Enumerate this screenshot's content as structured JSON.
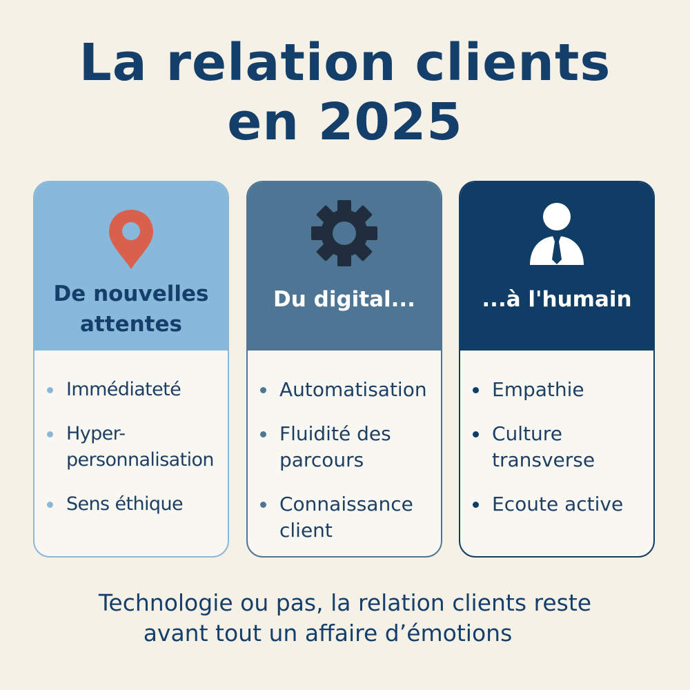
{
  "title": {
    "line1": "La relation clients",
    "line2": "en 2025"
  },
  "colors": {
    "background": "#f6f1e7",
    "title": "#143f6b",
    "card1": "#89b9da",
    "card2": "#4e7594",
    "card3": "#0f3d66",
    "pin": "#d9604c"
  },
  "cards": [
    {
      "icon": "location-pin-icon",
      "title_line1": "De nouvelles",
      "title_line2": "attentes",
      "items": [
        "Immédiateté",
        "Hyper-personnalisation",
        "Sens éthique"
      ]
    },
    {
      "icon": "gear-icon",
      "title_line1": "Du digital...",
      "title_line2": "",
      "items": [
        "Automatisation",
        "Fluidité des parcours",
        "Connaissance client"
      ]
    },
    {
      "icon": "person-icon",
      "title_line1": "...à l'humain",
      "title_line2": "",
      "items": [
        "Empathie",
        "Culture transverse",
        "Ecoute active"
      ]
    }
  ],
  "footer": {
    "line1": "Technologie ou pas, la relation clients reste",
    "line2": "avant tout un affaire d’émotions"
  }
}
